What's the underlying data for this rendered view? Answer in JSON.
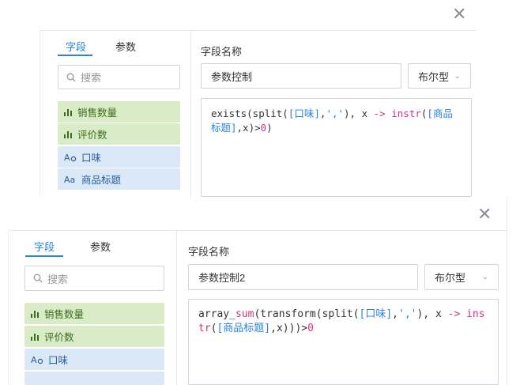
{
  "panels": [
    {
      "tabs": [
        "字段",
        "参数"
      ],
      "search_placeholder": "搜索",
      "fields": [
        {
          "label": "销售数量",
          "type": "measure"
        },
        {
          "label": "评价数",
          "type": "measure"
        },
        {
          "label": "口味",
          "type": "dim-param"
        },
        {
          "label": "商品标题",
          "type": "dim-text"
        }
      ],
      "field_name_label": "字段名称",
      "field_name_value": "参数控制",
      "type_value": "布尔型",
      "expression_tokens": [
        {
          "t": "exists(split(",
          "c": "tk-plain"
        },
        {
          "t": "[口味]",
          "c": "tk-field"
        },
        {
          "t": ",",
          "c": "tk-plain"
        },
        {
          "t": "','",
          "c": "tk-str"
        },
        {
          "t": "), x ",
          "c": "tk-plain"
        },
        {
          "t": "->",
          "c": "tk-op"
        },
        {
          "t": " ",
          "c": "tk-plain"
        },
        {
          "t": "instr",
          "c": "tk-kw"
        },
        {
          "t": "(",
          "c": "tk-plain"
        },
        {
          "t": "[商品标题]",
          "c": "tk-field"
        },
        {
          "t": ",x)>",
          "c": "tk-plain"
        },
        {
          "t": "0",
          "c": "tk-num"
        },
        {
          "t": ")",
          "c": "tk-plain"
        }
      ]
    },
    {
      "tabs": [
        "字段",
        "参数"
      ],
      "search_placeholder": "搜索",
      "fields": [
        {
          "label": "销售数量",
          "type": "measure"
        },
        {
          "label": "评价数",
          "type": "measure"
        },
        {
          "label": "口味",
          "type": "dim-param"
        }
      ],
      "field_name_label": "字段名称",
      "field_name_value": "参数控制2",
      "type_value": "布尔型",
      "expression_tokens": [
        {
          "t": "array_",
          "c": "tk-plain"
        },
        {
          "t": "sum",
          "c": "tk-kw"
        },
        {
          "t": "(transform(split(",
          "c": "tk-plain"
        },
        {
          "t": "[口味]",
          "c": "tk-field"
        },
        {
          "t": ",",
          "c": "tk-plain"
        },
        {
          "t": "','",
          "c": "tk-str"
        },
        {
          "t": "), x ",
          "c": "tk-plain"
        },
        {
          "t": "->",
          "c": "tk-op"
        },
        {
          "t": " ",
          "c": "tk-plain"
        },
        {
          "t": "instr",
          "c": "tk-kw"
        },
        {
          "t": "(",
          "c": "tk-plain"
        },
        {
          "t": "[商品标题]",
          "c": "tk-field"
        },
        {
          "t": ",x)))>",
          "c": "tk-plain"
        },
        {
          "t": "0",
          "c": "tk-num"
        }
      ]
    }
  ],
  "close_glyph": "✕",
  "colors": {
    "accent": "#2a82e4",
    "measure_bg": "#d9ecc7",
    "dim_bg": "#dae8f7"
  }
}
